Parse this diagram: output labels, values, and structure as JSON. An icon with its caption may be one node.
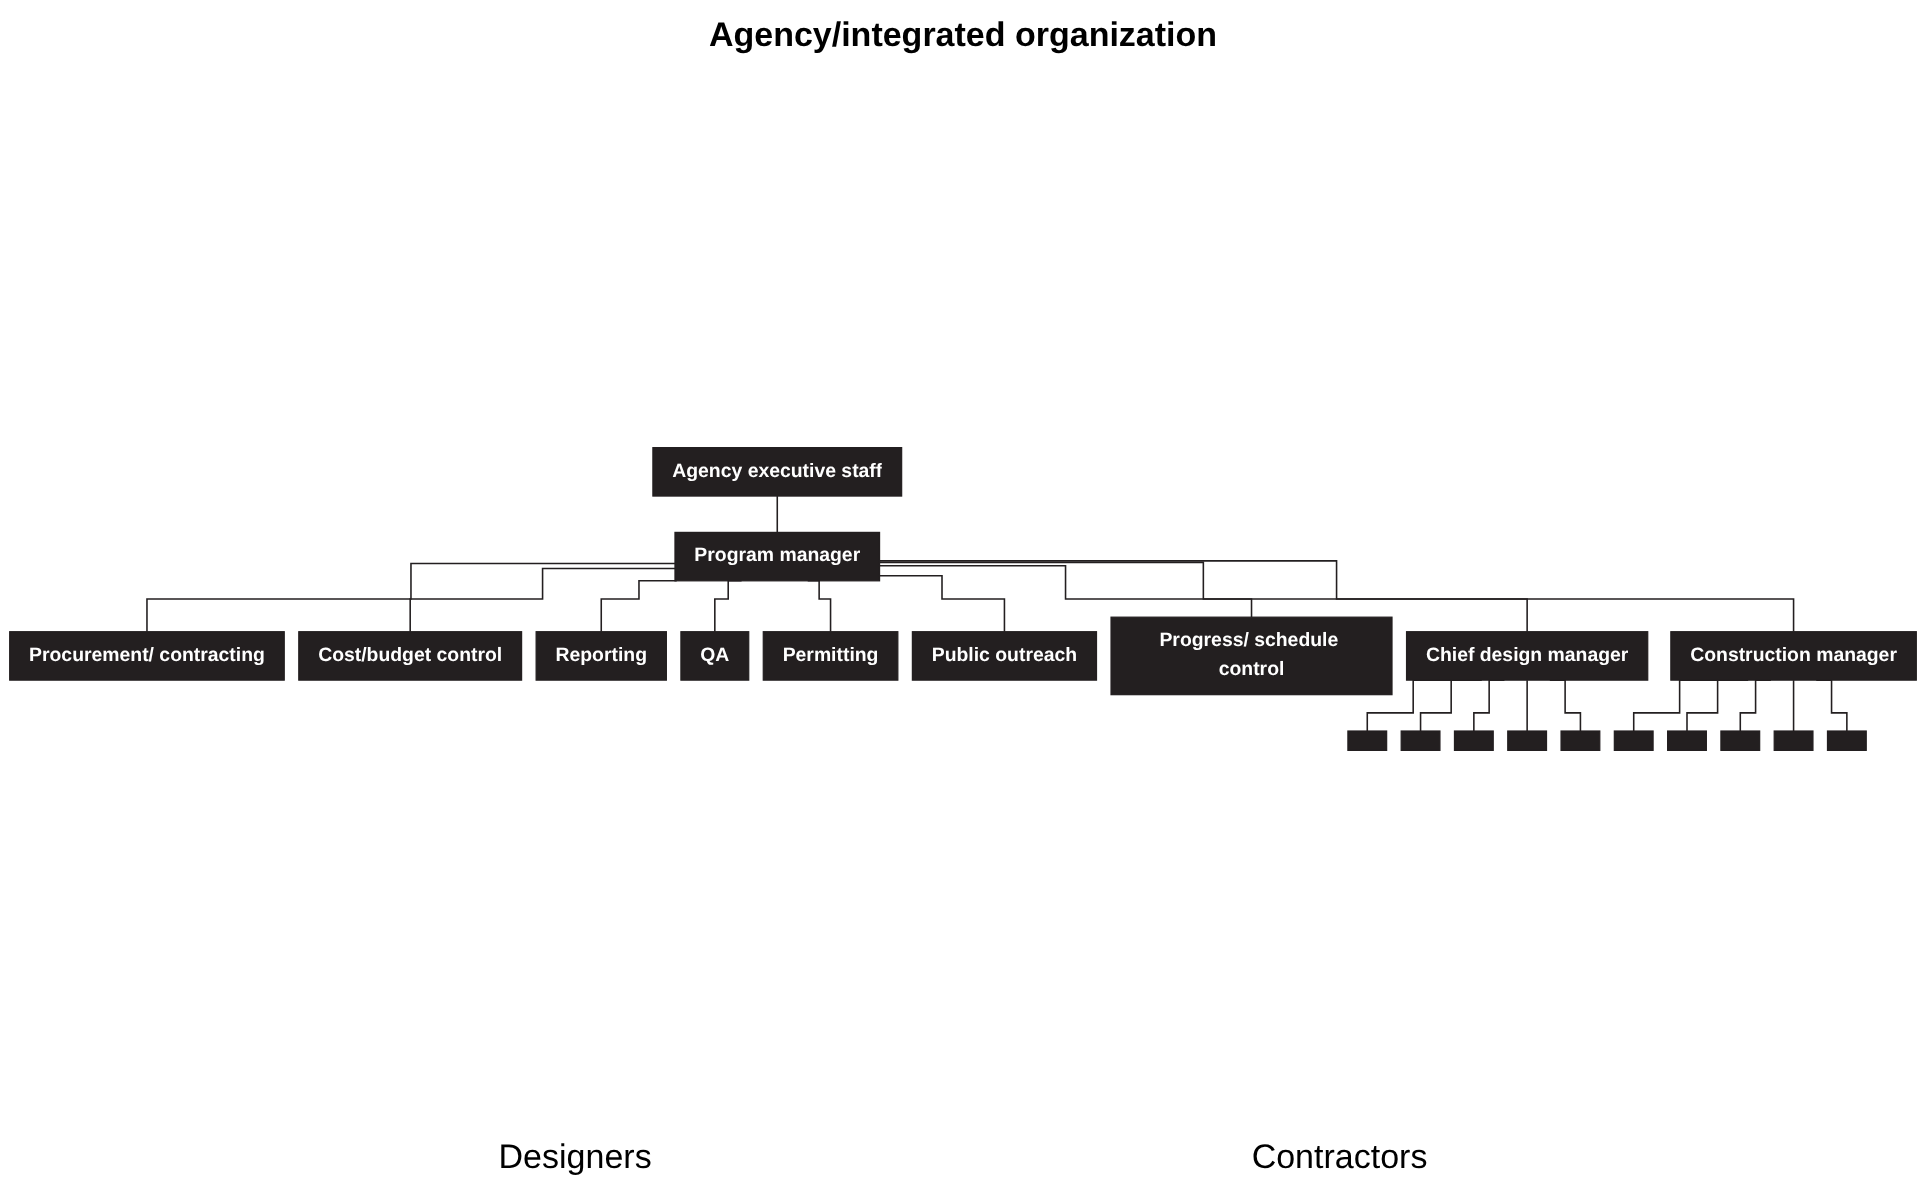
{
  "diagram": {
    "title": "Agency/integrated organization",
    "nodes": [
      {
        "text": [
          "Agency executive staff"
        ]
      },
      {
        "text": [
          "Program manager"
        ]
      },
      {
        "text": [
          "Procurement/ contracting"
        ]
      },
      {
        "text": [
          "Cost/budget control"
        ]
      },
      {
        "text": [
          "Reporting"
        ]
      },
      {
        "text": [
          "QA"
        ]
      },
      {
        "text": [
          "Permitting"
        ]
      },
      {
        "text": [
          "Public outreach"
        ]
      },
      {
        "text": [
          "Progress/ schedule control"
        ]
      },
      {
        "text": [
          "Chief design manager"
        ]
      },
      {
        "text": [
          "Construction manager"
        ]
      },
      {
        "text": [],
        "shape": "box"
      },
      {
        "text": [],
        "shape": "box"
      },
      {
        "text": [],
        "shape": "box"
      },
      {
        "text": [],
        "shape": "box"
      },
      {
        "text": [],
        "shape": "box"
      },
      {
        "text": [],
        "shape": "box"
      },
      {
        "text": [],
        "shape": "box"
      },
      {
        "text": [],
        "shape": "box"
      },
      {
        "text": [],
        "shape": "box"
      },
      {
        "text": [],
        "shape": "box"
      }
    ],
    "edges": [
      {
        "from": 0,
        "to": 1,
        "arrow": "none"
      },
      {
        "from": 1,
        "to": 2,
        "arrow": "none"
      },
      {
        "from": 1,
        "to": 3,
        "arrow": "none"
      },
      {
        "from": 1,
        "to": 4,
        "arrow": "none"
      },
      {
        "from": 1,
        "to": 5,
        "arrow": "none"
      },
      {
        "from": 1,
        "to": 6,
        "arrow": "none"
      },
      {
        "from": 1,
        "to": 7,
        "arrow": "none"
      },
      {
        "from": 1,
        "to": 8,
        "arrow": "none"
      },
      {
        "from": 1,
        "to": 9,
        "arrow": "none"
      },
      {
        "from": 1,
        "to": 10,
        "arrow": "none"
      },
      {
        "from": 9,
        "to": 11,
        "arrow": "none"
      },
      {
        "from": 9,
        "to": 12,
        "arrow": "none"
      },
      {
        "from": 9,
        "to": 13,
        "arrow": "none"
      },
      {
        "from": 9,
        "to": 14,
        "arrow": "none"
      },
      {
        "from": 9,
        "to": 15,
        "arrow": "none"
      },
      {
        "from": 10,
        "to": 16,
        "arrow": "none"
      },
      {
        "from": 10,
        "to": 17,
        "arrow": "none"
      },
      {
        "from": 10,
        "to": 18,
        "arrow": "none"
      },
      {
        "from": 10,
        "to": 19,
        "arrow": "none"
      },
      {
        "from": 10,
        "to": 20,
        "arrow": "none"
      }
    ],
    "labels": [
      "Designers",
      "Contractors"
    ]
  }
}
